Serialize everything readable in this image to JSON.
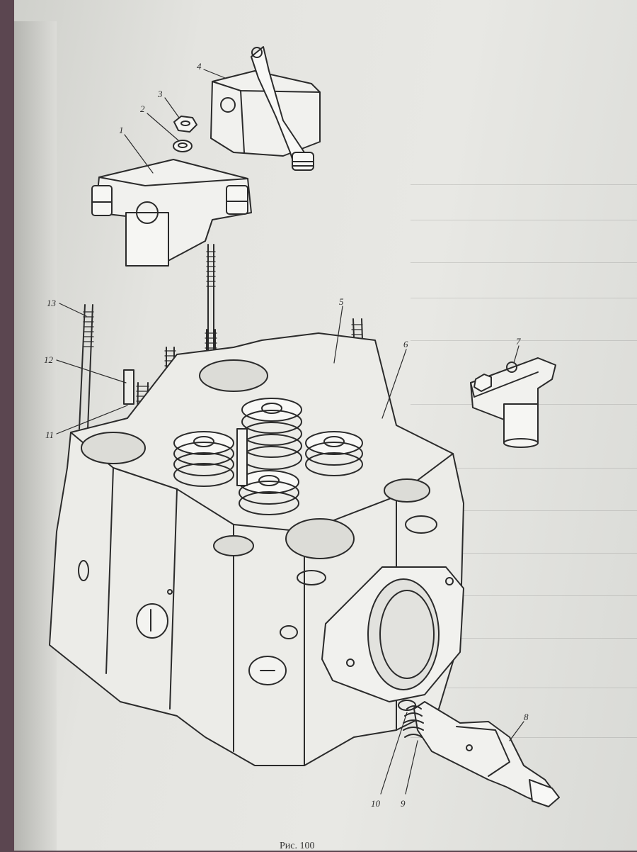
{
  "callouts": {
    "c1": "1",
    "c2": "2",
    "c3": "3",
    "c4": "4",
    "c5": "5",
    "c6": "6",
    "c7": "7",
    "c8": "8",
    "c9": "9",
    "c10": "10",
    "c11": "11",
    "c12": "12",
    "c13": "13"
  },
  "caption": "Рис. 100",
  "colors": {
    "ink": "#2b2b2b",
    "paper": "#e6e6e2",
    "background": "#5b4650"
  }
}
